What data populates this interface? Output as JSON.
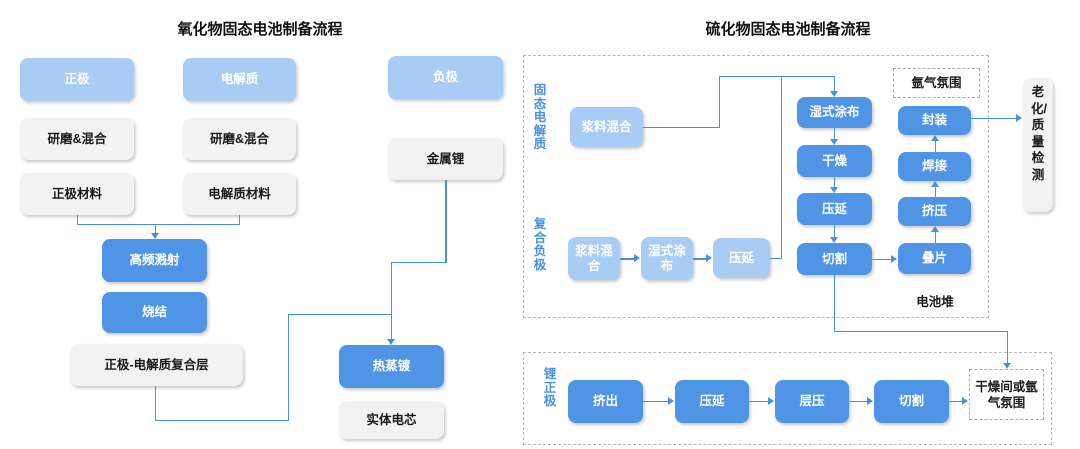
{
  "colors": {
    "light_blue_box": "#a9ccf4",
    "medium_blue_box": "#5094e6",
    "connector_blue": "#4a90e2",
    "section_label_blue": "#4a90e2",
    "gray_box": "#f2f2f3",
    "dashed_border": "#b8b8b8",
    "text_dark": "#1a1a1a"
  },
  "oxide": {
    "title": "氧化物固态电池制备流程",
    "nodes": {
      "cathode": "正极",
      "electrolyte": "电解质",
      "anode": "负极",
      "grind_mix_cathode": "研磨&混合",
      "grind_mix_electrolyte": "研磨&混合",
      "cathode_material": "正极材料",
      "electrolyte_material": "电解质材料",
      "lithium_metal": "金属锂",
      "rf_sputtering": "高频溅射",
      "sintering": "烧结",
      "composite_layer": "正极-电解质复合层",
      "thermal_evaporation": "热蒸镀",
      "solid_cell": "实体电芯"
    }
  },
  "sulfide": {
    "title": "硫化物固态电池制备流程",
    "section_labels": {
      "solid_electrolyte": "固态电解质",
      "composite_anode": "复合负极",
      "lithium_cathode": "锂正极"
    },
    "electrolyte_flow": {
      "slurry_mixing": "浆料混合"
    },
    "main_flow": {
      "wet_coating": "湿式涂布",
      "drying": "干燥",
      "calendering": "压延",
      "cutting": "切割"
    },
    "assembly_flow": {
      "stacking": "叠片",
      "pressing": "挤压",
      "welding": "焊接",
      "packaging": "封装"
    },
    "anode_flow": {
      "slurry_mixing": "浆料混合",
      "wet_coating": "湿式涂布",
      "calendering": "压延"
    },
    "cathode_flow": {
      "extrusion": "挤出",
      "calendering": "压延",
      "lamination": "层压",
      "cutting": "切割"
    },
    "labels": {
      "argon_atmosphere": "氩气氛围",
      "battery_stack": "电池堆",
      "dry_room": "干燥间或氩气氛围",
      "aging_qc": "老化/质量检测"
    }
  }
}
